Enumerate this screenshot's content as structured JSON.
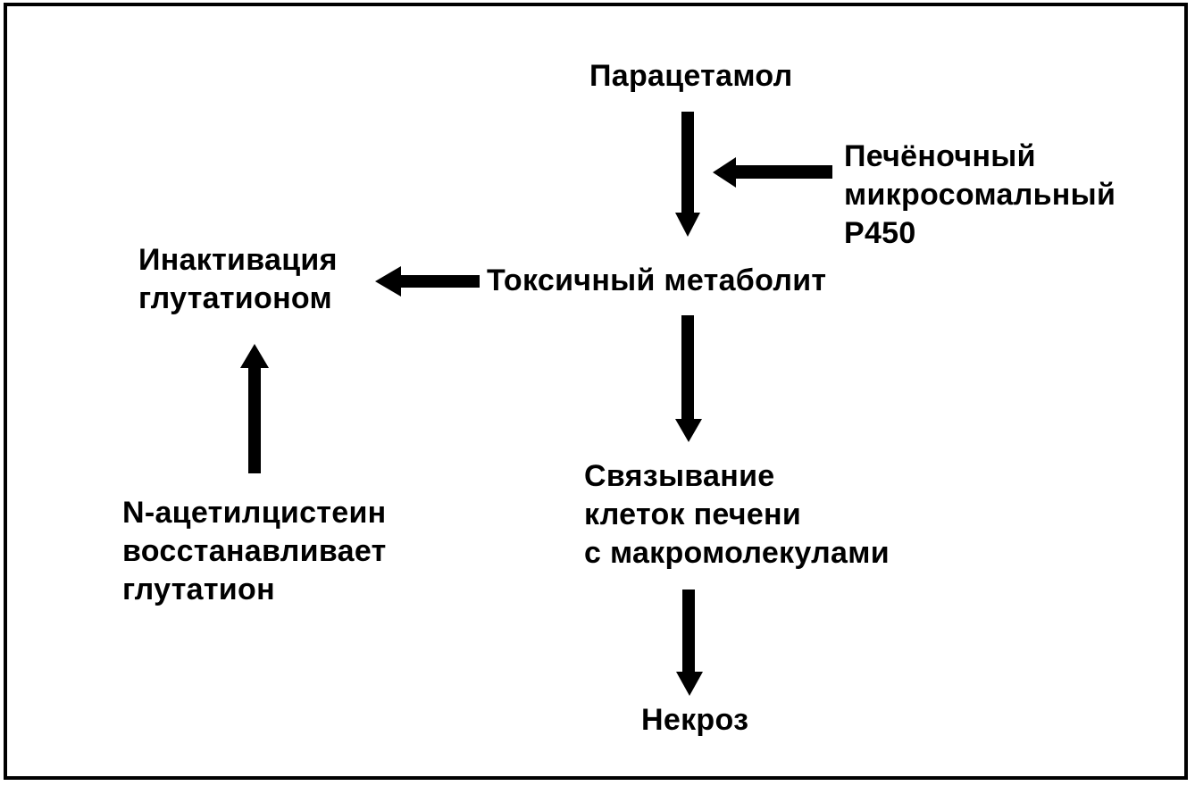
{
  "nodes": {
    "paracetamol": {
      "lines": [
        "Парацетамол"
      ]
    },
    "enzyme": {
      "lines": [
        "Печёночный",
        "микросомальный",
        "P450"
      ]
    },
    "toxic_metabolite": {
      "lines": [
        "Токсичный метаболит"
      ]
    },
    "inactivation": {
      "lines": [
        "Инактивация",
        "глутатионом"
      ]
    },
    "acetylcysteine": {
      "lines": [
        "N-ацетилцистеин",
        "восстанавливает",
        "глутатион"
      ]
    },
    "binding": {
      "lines": [
        "Связывание",
        "клеток печени",
        "с макромолекулами"
      ]
    },
    "necrosis": {
      "lines": [
        "Некроз"
      ]
    }
  },
  "colors": {
    "ink": "#000000",
    "background": "#ffffff"
  }
}
